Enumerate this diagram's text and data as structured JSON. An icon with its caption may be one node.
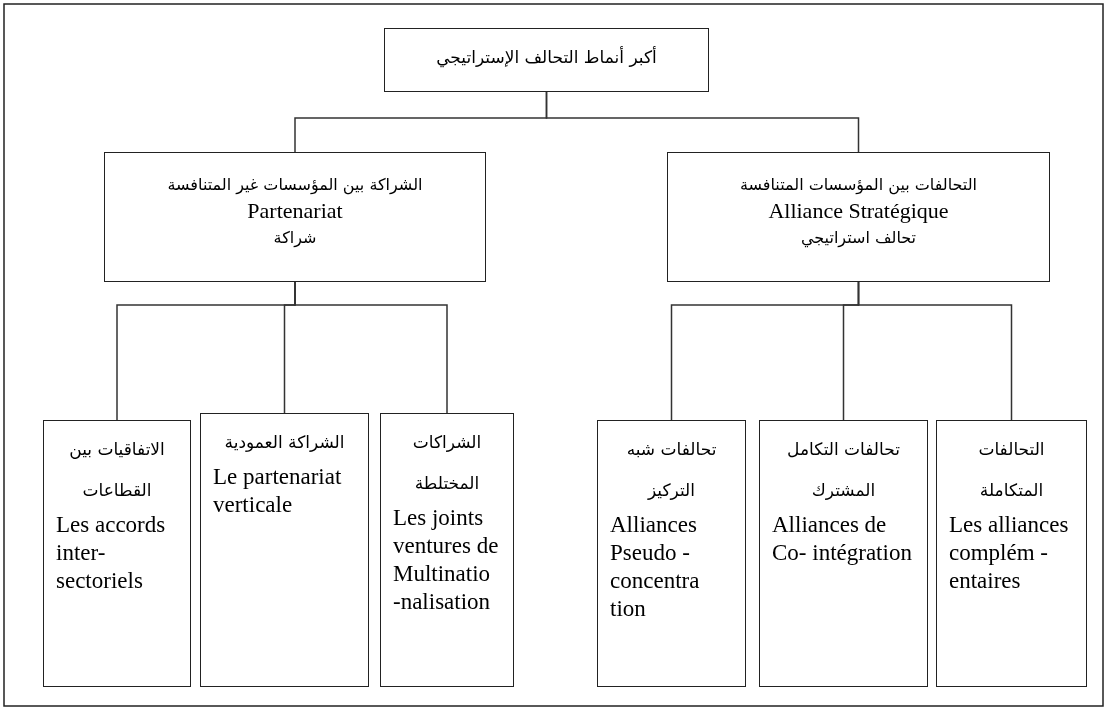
{
  "diagram": {
    "nodes": [
      {
        "text": [
          "أكبر أنماط التحالف الإستراتيجي"
        ]
      },
      {
        "text": [
          "الشراكة بين المؤسسات غير المتنافسة",
          "Partenariat",
          "شراكة"
        ]
      },
      {
        "text": [
          "التحالفات بين المؤسسات المتنافسة",
          "Alliance Stratégique",
          "تحالف استراتيجي"
        ]
      },
      {
        "text": [
          "الاتفاقيات بين القطاعات",
          "Les accords inter- sectoriels"
        ]
      },
      {
        "text": [
          "الشراكة العمودية",
          "Le partenariat verticale"
        ]
      },
      {
        "text": [
          "الشراكات المختلطة",
          "Les joints ventures de Multinatio -nalisation"
        ]
      },
      {
        "text": [
          "تحالفات شبه التركيز",
          "Alliances Pseudo - concentra tion"
        ]
      },
      {
        "text": [
          "تحالفات التكامل المشترك",
          "Alliances de Co- intégration"
        ]
      },
      {
        "text": [
          "التحالفات المتكاملة",
          "Les alliances complém -entaires"
        ]
      }
    ],
    "edges": [
      {
        "from": 0,
        "to": 1,
        "arrow": "none"
      },
      {
        "from": 0,
        "to": 2,
        "arrow": "none"
      },
      {
        "from": 1,
        "to": 3,
        "arrow": "none"
      },
      {
        "from": 1,
        "to": 4,
        "arrow": "none"
      },
      {
        "from": 1,
        "to": 5,
        "arrow": "none"
      },
      {
        "from": 2,
        "to": 6,
        "arrow": "none"
      },
      {
        "from": 2,
        "to": 7,
        "arrow": "none"
      },
      {
        "from": 2,
        "to": 8,
        "arrow": "none"
      }
    ]
  }
}
